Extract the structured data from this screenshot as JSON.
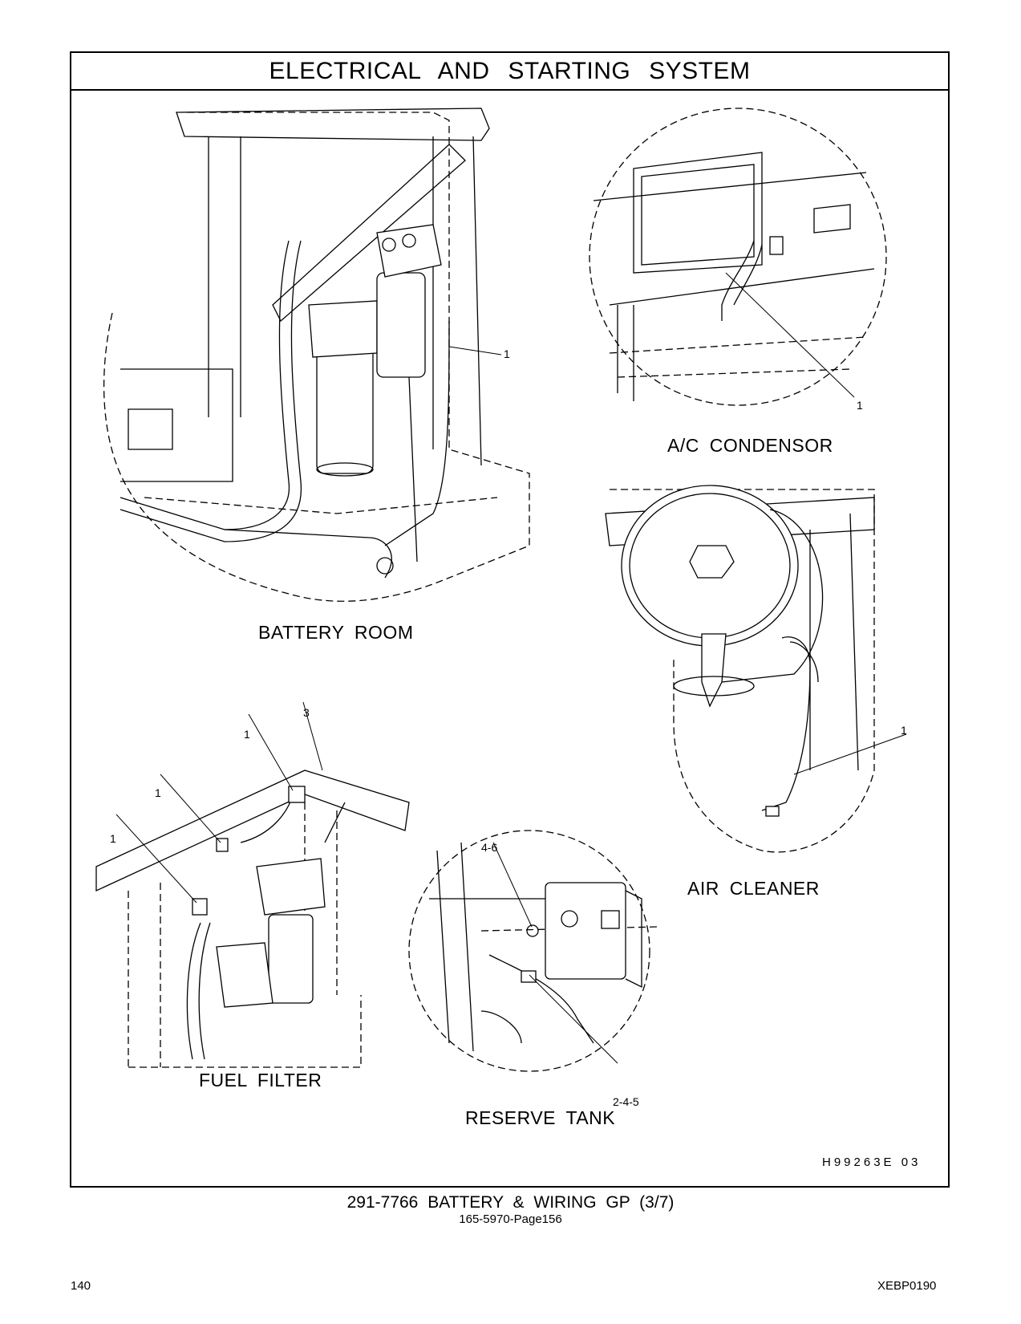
{
  "page": {
    "title": "ELECTRICAL AND STARTING SYSTEM",
    "drawing_code": "H99263E 03",
    "caption": "291-7766 BATTERY & WIRING GP (3/7)",
    "subcaption": "165-5970-Page156",
    "page_number": "140",
    "document_code": "XEBP0190"
  },
  "views": {
    "battery_room": {
      "label": "BATTERY ROOM",
      "callouts": [
        "1"
      ]
    },
    "ac_condensor": {
      "label": "A/C CONDENSOR",
      "callouts": [
        "1"
      ]
    },
    "air_cleaner": {
      "label": "AIR CLEANER",
      "callouts": [
        "1"
      ]
    },
    "fuel_filter": {
      "label": "FUEL FILTER",
      "callouts": [
        "3",
        "1",
        "1",
        "1"
      ]
    },
    "reserve_tank": {
      "label": "RESERVE TANK",
      "callouts": [
        "4-6",
        "2-4-5"
      ]
    }
  }
}
